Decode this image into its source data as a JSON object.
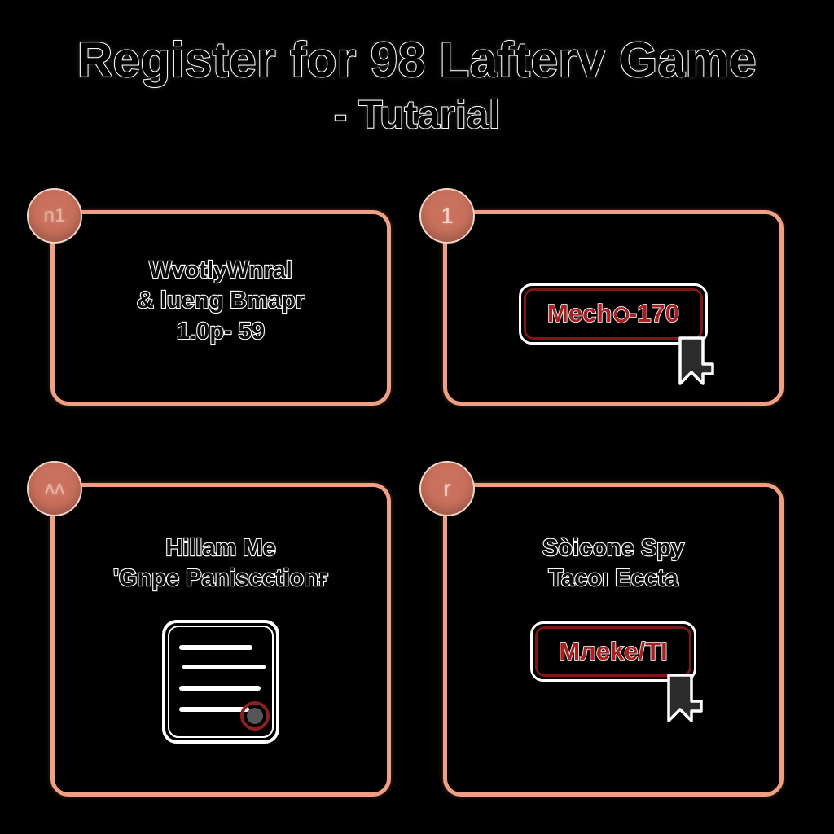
{
  "page": {
    "background_color": "#000000",
    "accent_color": "#efa082",
    "badge_color": "#c9715c",
    "button_border_color": "#7d1717",
    "button_text_color": "#a81f1f",
    "text_outline_color": "#ffffff"
  },
  "header": {
    "title_main": "Register for 98 Lafterv Game",
    "title_sub": "- Tutarial"
  },
  "cards": [
    {
      "badge": "n1",
      "badge_faint": true,
      "lines": [
        "WvotlyWnral",
        "& lueng Bmapr",
        "1.0p- 59"
      ],
      "button": null,
      "icon": null
    },
    {
      "badge": "1",
      "badge_faint": false,
      "lines": [],
      "button": "Mechഠ-170",
      "icon": "cursor-icon"
    },
    {
      "badge": "ᴧᴧ",
      "badge_faint": true,
      "lines": [
        "Hillam Me",
        "'Gnpe Paniscctionғ"
      ],
      "button": null,
      "icon": "document-icon"
    },
    {
      "badge": "r",
      "badge_faint": false,
      "lines": [
        "Sòicone Spy",
        "Tacoı Eccta"
      ],
      "button": "Mлeke/TI",
      "icon": "cursor-icon"
    }
  ]
}
